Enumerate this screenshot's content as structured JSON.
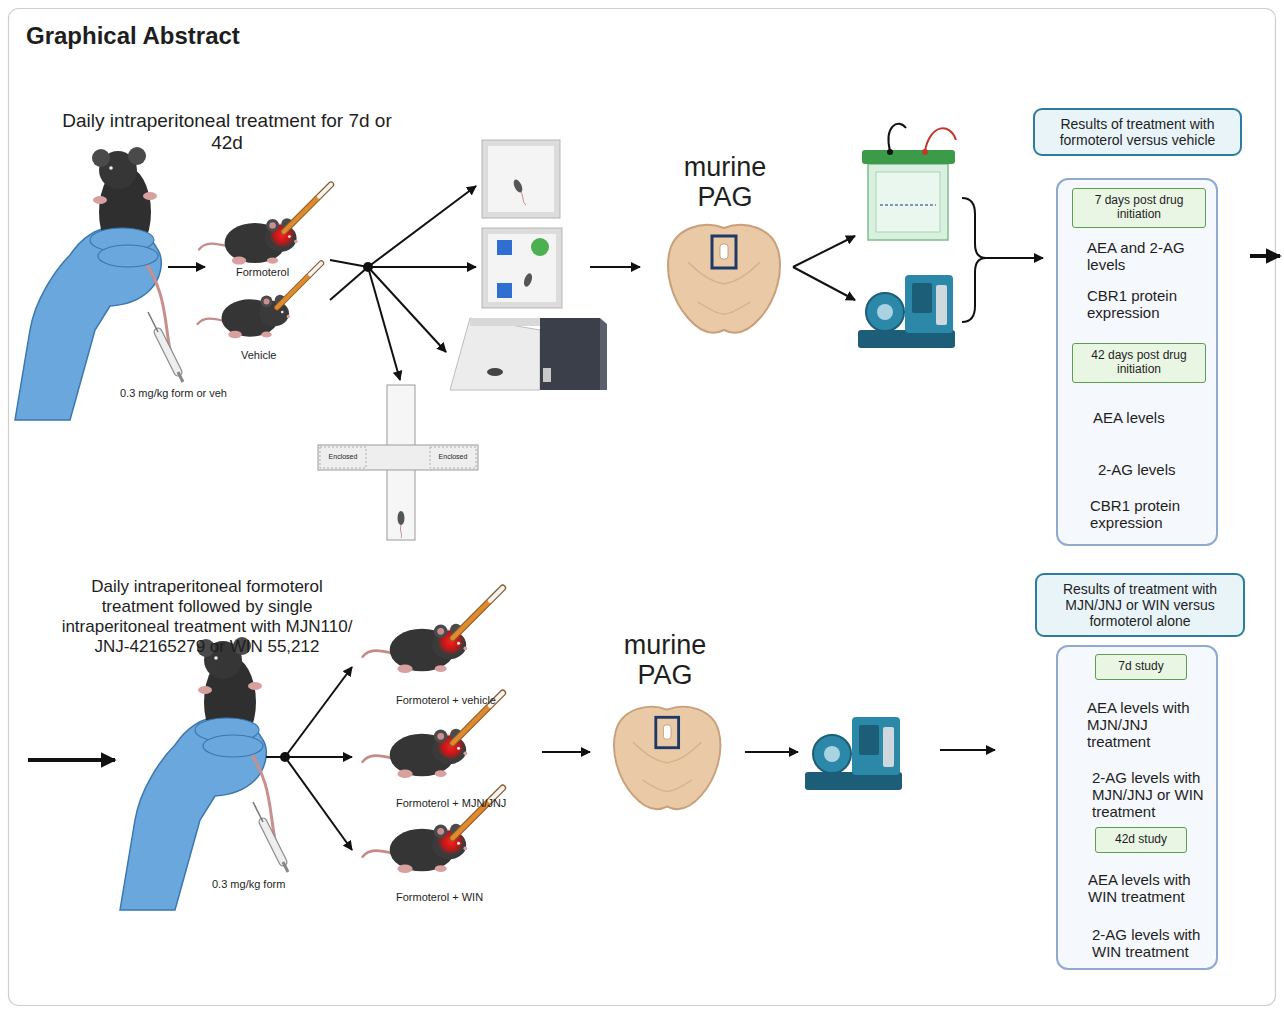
{
  "diagram": {
    "title": "Graphical Abstract",
    "nodes": [
      {
        "text": [
          "Results of treatment with formoterol versus vehicle"
        ]
      },
      {
        "text": [
          "AEA and 2-AG levels",
          "CBR1 protein expression",
          "AEA levels",
          "2-AG levels",
          "CBR1 protein expression"
        ]
      },
      {
        "text": [
          "7 days post drug initiation"
        ],
        "in": 1
      },
      {
        "text": [
          "42 days post drug initiation"
        ],
        "in": 1
      },
      {
        "text": [
          "Results of treatment with MJN/JNJ or WIN versus formoterol alone"
        ]
      },
      {
        "text": [
          "AEA levels with MJN/JNJ treatment",
          "2-AG levels with MJN/JNJ or WIN treatment",
          "AEA levels with WIN treatment",
          "2-AG levels with WIN treatment"
        ]
      },
      {
        "text": [
          "7d study"
        ],
        "in": 5
      },
      {
        "text": [
          "42d study"
        ],
        "in": 5
      }
    ],
    "labels": [
      "Daily intraperitoneal treatment for 7d or 42d",
      "0.3 mg/kg form or veh",
      "Formoterol",
      "Vehicle",
      "Enclosed",
      "Enclosed",
      "murine PAG",
      "Daily intraperitoneal formoterol treatment followed by single intraperitoneal treatment with MJN110/ JNJ-42165279 or WIN 55,212",
      "0.3 mg/kg form",
      "Formoterol + vehicle",
      "Formoterol + MJN/JNJ",
      "Formoterol + WIN",
      "murine PAG"
    ]
  }
}
